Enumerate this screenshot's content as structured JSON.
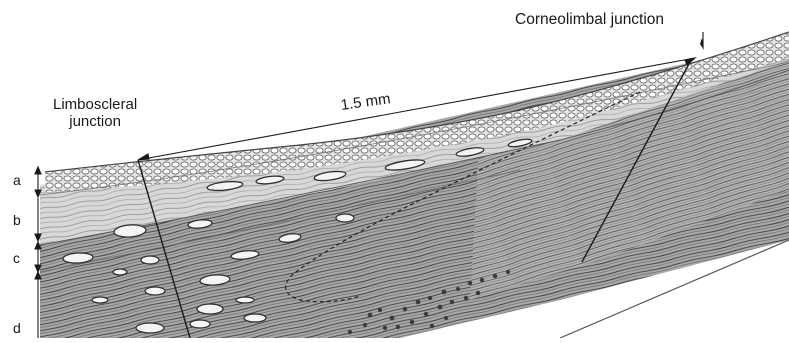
{
  "labels": {
    "corneolimbal": "Corneolimbal junction",
    "limboscleral_line1": "Limboscleral",
    "limboscleral_line2": "junction",
    "measurement": "1.5 mm"
  },
  "layers": [
    "a",
    "b",
    "c",
    "d"
  ],
  "colors": {
    "ink": "#1a1a1a",
    "epithelium": "#c9c9c9",
    "stroma": "#8f8f8f",
    "stroma_dark": "#5a5a5a",
    "background": "#ffffff"
  }
}
